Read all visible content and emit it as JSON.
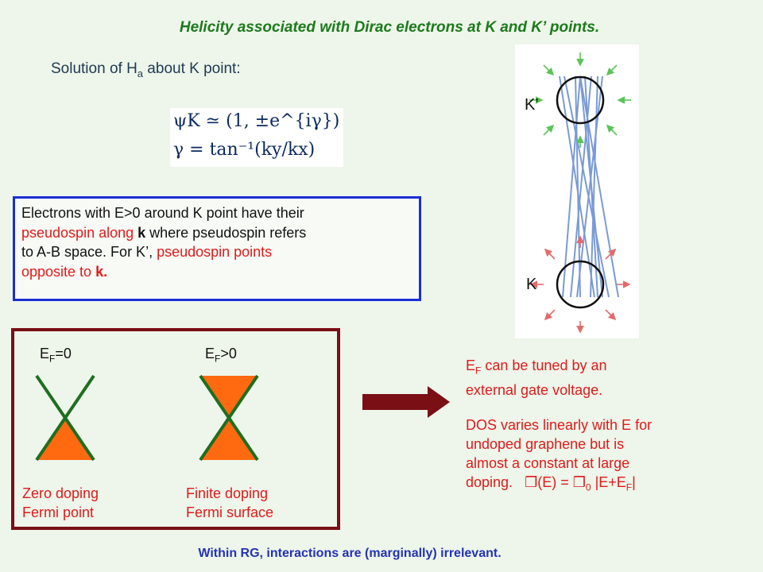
{
  "title": "Helicity associated with Dirac electrons at K and K’ points.",
  "solution": {
    "prefix": "Solution of H",
    "sub": "a",
    "suffix": " about K point:"
  },
  "equation": {
    "line1": "ψK ≃ (1, ±e^{iγ})",
    "line2": "γ = tan⁻¹(ky/kx)"
  },
  "pseudospin_box": {
    "p1": "Electrons with E>0 around K point have their",
    "p2a": "pseudospin along ",
    "p2k": "k",
    "p2b": " where pseudospin refers",
    "p3a": "to A-B space. For K’, ",
    "p3b": "pseudospin points",
    "p4": "opposite to ",
    "p4k": "k."
  },
  "cone_labels": {
    "top": "K’",
    "bottom": "K"
  },
  "doping": {
    "left_label_e": "E",
    "left_label_sub": "F",
    "left_label_rest": "=0",
    "right_label_e": "E",
    "right_label_sub": "F",
    "right_label_rest": ">0",
    "zero_doping": "Zero doping",
    "fermi_point": "Fermi point",
    "finite_doping": "Finite doping",
    "fermi_surface": "Fermi surface"
  },
  "right_text": {
    "l1e": "E",
    "l1sub": "F",
    "l1rest": " can be tuned by an",
    "l2": "external gate voltage.",
    "l3": "DOS varies linearly with E for",
    "l4": "undoped graphene but is",
    "l5": "almost a constant at large",
    "l6a": "doping.",
    "rho_sym": "❒",
    "l6b": "(E) = ",
    "l6sub": "0",
    "l6c": " |E+E",
    "l6sub2": "F",
    "l6d": "|"
  },
  "bottom_line": "Within RG, interactions are (marginally) irrelevant.",
  "colors": {
    "title_green": "#1c7a1c",
    "accent_red": "#e01a1a",
    "box_blue": "#1a2fd6",
    "box_maroon": "#7a0f15",
    "cone_green": "#1e6e20",
    "fill_orange": "#ff6a10",
    "arrow_maroon": "#7a0f15",
    "bottom_blue": "#2333b4"
  }
}
